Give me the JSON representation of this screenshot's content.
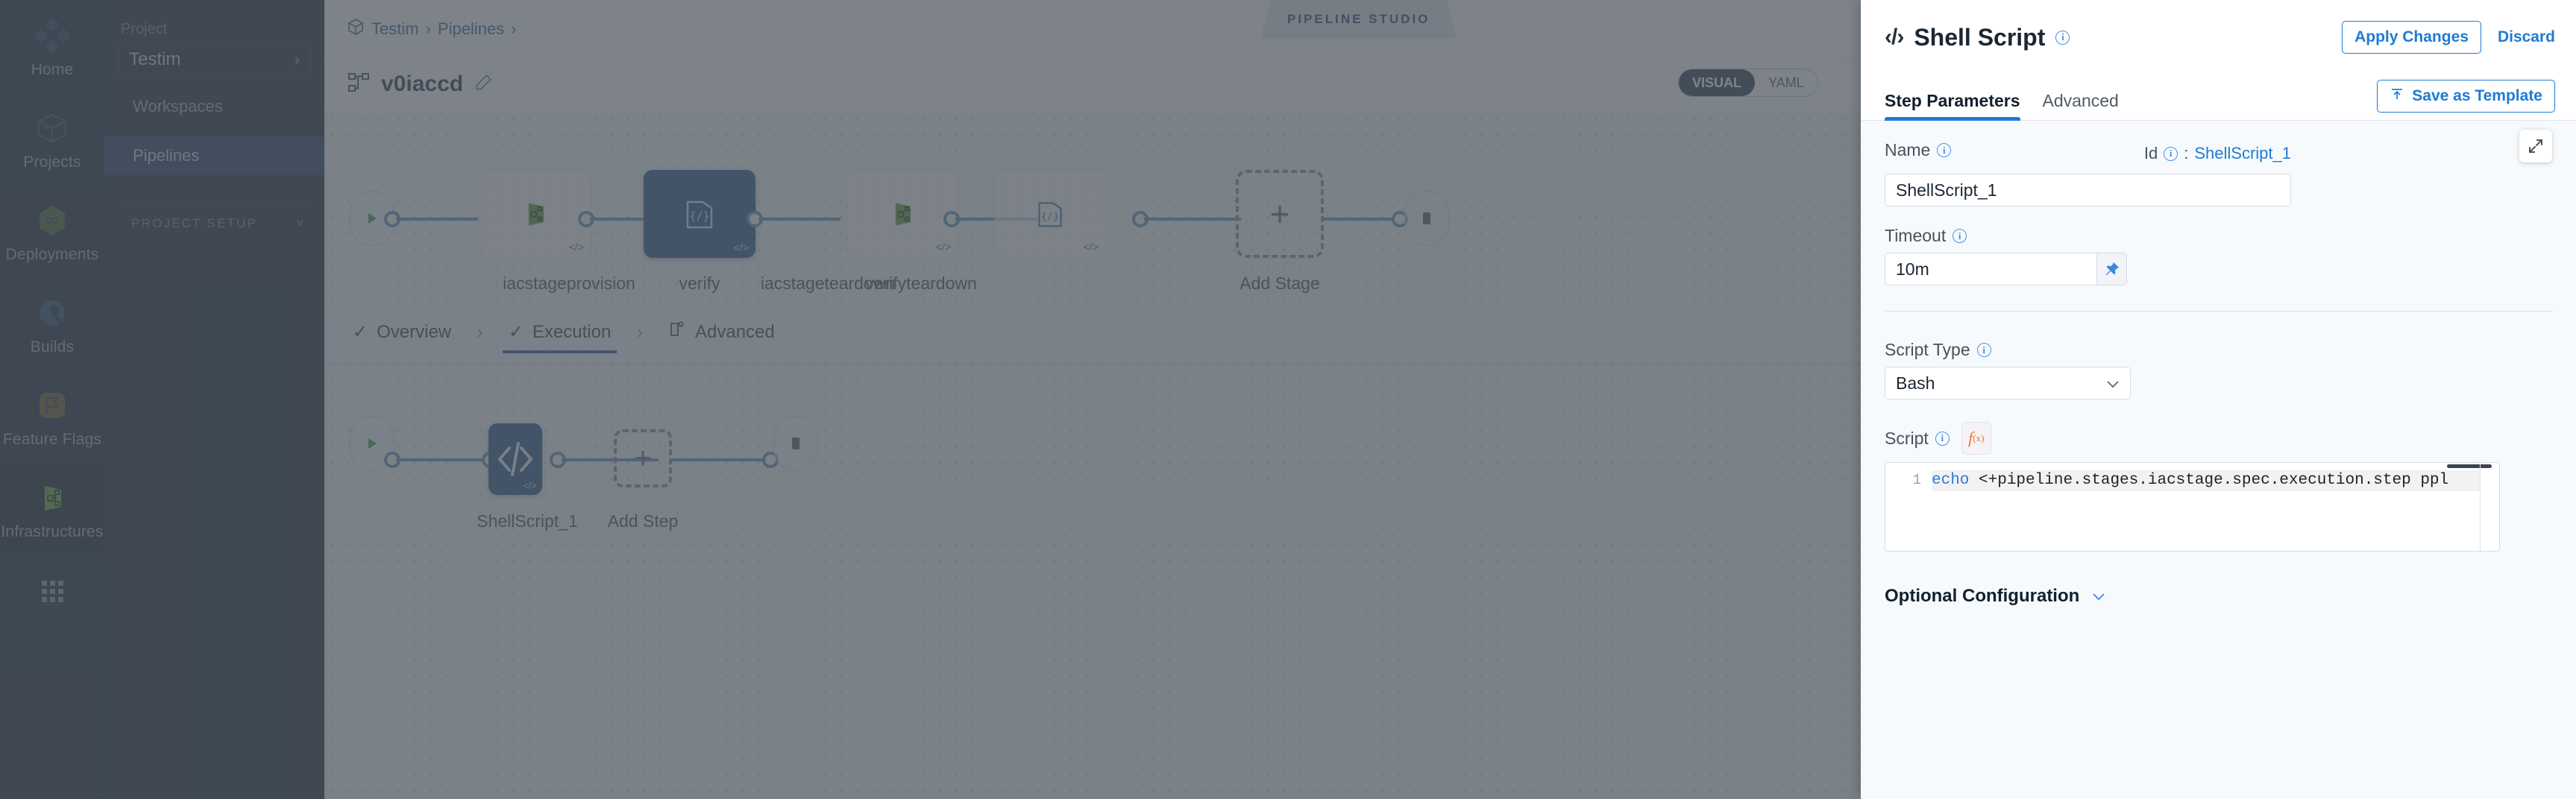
{
  "rail": {
    "items": [
      {
        "label": "Home",
        "icon": "home-diamond-icon"
      },
      {
        "label": "Projects",
        "icon": "cube-icon"
      },
      {
        "label": "Deployments",
        "icon": "infinity-hex-icon"
      },
      {
        "label": "Builds",
        "icon": "build-pie-icon"
      },
      {
        "label": "Feature Flags",
        "icon": "flag-icon"
      },
      {
        "label": "Infrastructures",
        "icon": "infrastructure-icon"
      }
    ],
    "grid_button": "apps-grid-icon"
  },
  "sidebar": {
    "project_label": "Project",
    "project_name": "Testim",
    "project_chevron": "›",
    "items": [
      {
        "label": "Workspaces",
        "active": false
      },
      {
        "label": "Pipelines",
        "active": true
      }
    ],
    "setup_section": "PROJECT SETUP",
    "setup_chevron": "˅"
  },
  "header": {
    "breadcrumb": [
      "Testim",
      "Pipelines"
    ],
    "breadcrumb_sep": "›",
    "studio_tag": "PIPELINE STUDIO",
    "close_label": "✕",
    "pipeline_name": "v0iaccd",
    "edit_icon": "pencil-icon",
    "mode_toggle": [
      {
        "label": "VISUAL",
        "selected": true
      },
      {
        "label": "YAML",
        "selected": false
      }
    ]
  },
  "graph": {
    "stages": [
      {
        "name": "iacstageprovision",
        "type": "infra",
        "selected": false
      },
      {
        "name": "verify",
        "type": "code",
        "selected": true
      },
      {
        "name": "iacstageteardown",
        "type": "infra",
        "selected": false
      },
      {
        "name": "verifyteardown",
        "type": "code",
        "selected": false
      }
    ],
    "add_stage_label": "Add Stage",
    "add_stage_icon": "plus-icon",
    "start_icon": "play-icon",
    "end_icon": "stop-icon"
  },
  "stage_tabs": [
    {
      "label": "Overview",
      "icon": "check-icon",
      "active": false
    },
    {
      "label": "Execution",
      "icon": "check-icon",
      "active": true
    },
    {
      "label": "Advanced",
      "icon": "advanced-gear-card-icon",
      "active": false
    }
  ],
  "steps": {
    "step_name": "ShellScript_1",
    "step_icon": "code-brackets-icon",
    "add_step_label": "Add Step",
    "add_step_icon": "plus-icon"
  },
  "drawer": {
    "icon": "code-brackets-icon",
    "icon_glyph": "‹/›",
    "title": "Shell Script",
    "apply_label": "Apply Changes",
    "discard_label": "Discard",
    "tabs": [
      {
        "label": "Step Parameters",
        "active": true
      },
      {
        "label": "Advanced",
        "active": false
      }
    ],
    "save_template_label": "Save as Template",
    "save_template_icon": "upload-template-icon",
    "fields": {
      "name_label": "Name",
      "name_value": "ShellScript_1",
      "id_label": "Id",
      "id_separator": ":",
      "id_value": "ShellScript_1",
      "timeout_label": "Timeout",
      "timeout_value": "10m",
      "pin_icon": "pin-icon",
      "script_type_label": "Script Type",
      "script_type_value": "Bash",
      "script_type_chevron": "˅",
      "script_label": "Script",
      "fx_label": "f",
      "fx_sub": "(x)",
      "expand_icon": "expand-arrows-icon",
      "code_line_number": "1",
      "code_keyword": "echo",
      "code_rest": " <+pipeline.stages.iacstage.spec.execution.step     ppl"
    },
    "optional_config_label": "Optional Configuration",
    "optional_config_chevron": "˅"
  },
  "colors": {
    "accent_blue": "#1f7bd4",
    "node_selected": "#1c4a7d",
    "rail_bg": "#0f1b2d",
    "drawer_bg": "#f6fafd"
  }
}
